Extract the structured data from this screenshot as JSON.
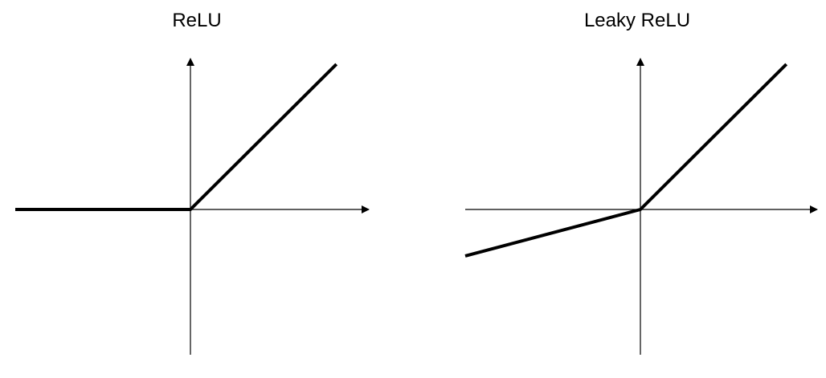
{
  "chart_data": [
    {
      "type": "line",
      "title": "ReLU",
      "xlabel": "",
      "ylabel": "",
      "xlim": [
        -1.2,
        1.0
      ],
      "ylim": [
        -1.0,
        1.0
      ],
      "grid": false,
      "legend": "none",
      "line_color": "#000000",
      "series": [
        {
          "x": [
            -1.2,
            0,
            1.0
          ],
          "y": [
            0,
            0,
            1.0
          ]
        }
      ]
    },
    {
      "type": "line",
      "title": "Leaky ReLU",
      "xlabel": "",
      "ylabel": "",
      "xlim": [
        -1.2,
        1.0
      ],
      "ylim": [
        -1.0,
        1.0
      ],
      "grid": false,
      "legend": "none",
      "line_color": "#000000",
      "series": [
        {
          "x": [
            -1.2,
            0,
            1.0
          ],
          "y": [
            -0.32,
            0,
            1.0
          ]
        }
      ]
    }
  ]
}
